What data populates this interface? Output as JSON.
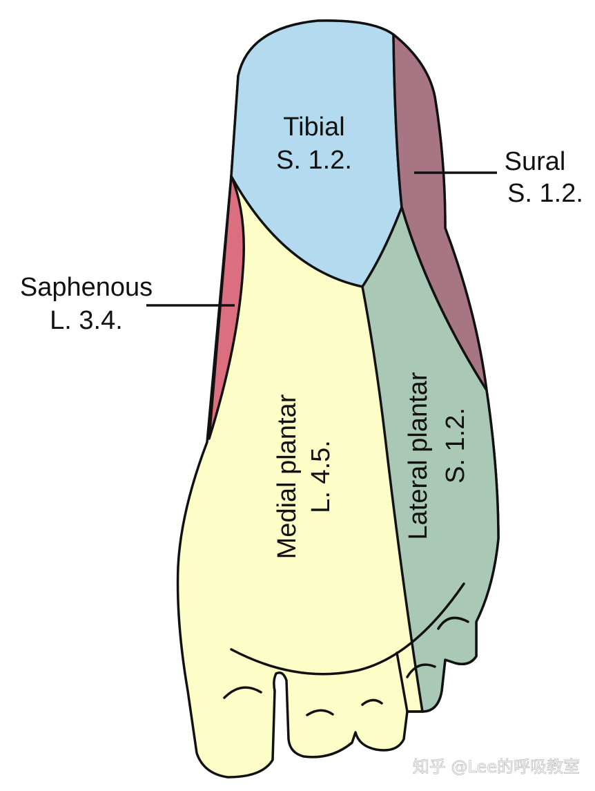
{
  "colors": {
    "tibial": "#b3daef",
    "sural": "#a87585",
    "saphenous": "#dc6f7f",
    "medial_plantar": "#fdfdc8",
    "lateral_plantar": "#a9c8b5",
    "outline": "#111111"
  },
  "labels": {
    "tibial": {
      "name": "Tibial",
      "segment": "S. 1.2."
    },
    "sural": {
      "name": "Sural",
      "segment": "S. 1.2."
    },
    "saphenous": {
      "name": "Saphenous",
      "segment": "L. 3.4."
    },
    "medial_plantar": {
      "name": "Medial plantar",
      "segment": "L. 4.5."
    },
    "lateral_plantar": {
      "name": "Lateral plantar",
      "segment": "S. 1.2."
    }
  },
  "watermark": "知乎 @Lee的呼吸教室"
}
